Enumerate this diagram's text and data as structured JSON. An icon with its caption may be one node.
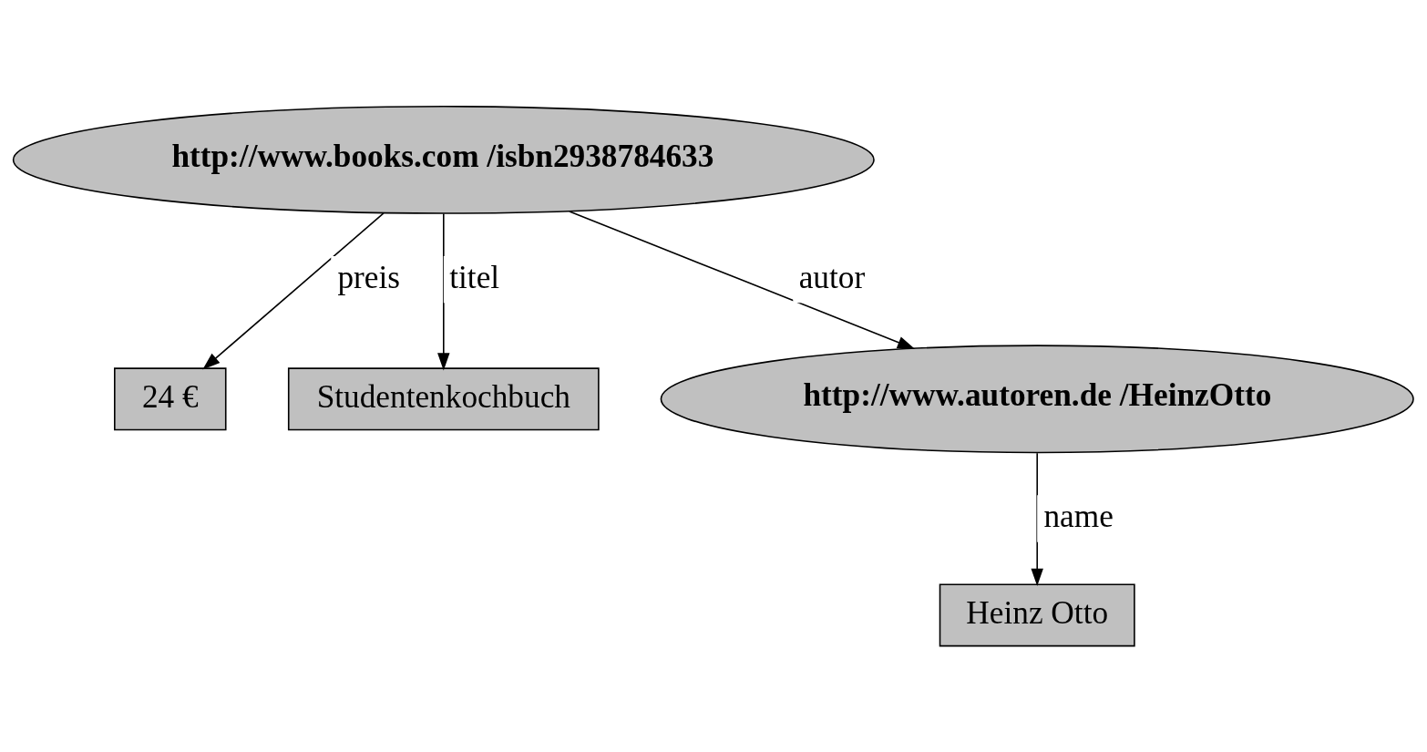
{
  "diagram": {
    "nodes": [
      {
        "text": [
          "http://www.books.com /isbn2938784633"
        ]
      },
      {
        "text": [
          "24 €"
        ]
      },
      {
        "text": [
          "Studentenkochbuch"
        ]
      },
      {
        "text": [
          "http://www.autoren.de /HeinzOtto"
        ]
      },
      {
        "text": [
          "Heinz Otto"
        ]
      }
    ],
    "edges": [
      {
        "from": 0,
        "to": 1,
        "arrow": "to",
        "label": "preis"
      },
      {
        "from": 0,
        "to": 2,
        "arrow": "to",
        "label": "titel"
      },
      {
        "from": 0,
        "to": 3,
        "arrow": "to",
        "label": "autor"
      },
      {
        "from": 3,
        "to": 4,
        "arrow": "to",
        "label": "name"
      }
    ]
  }
}
